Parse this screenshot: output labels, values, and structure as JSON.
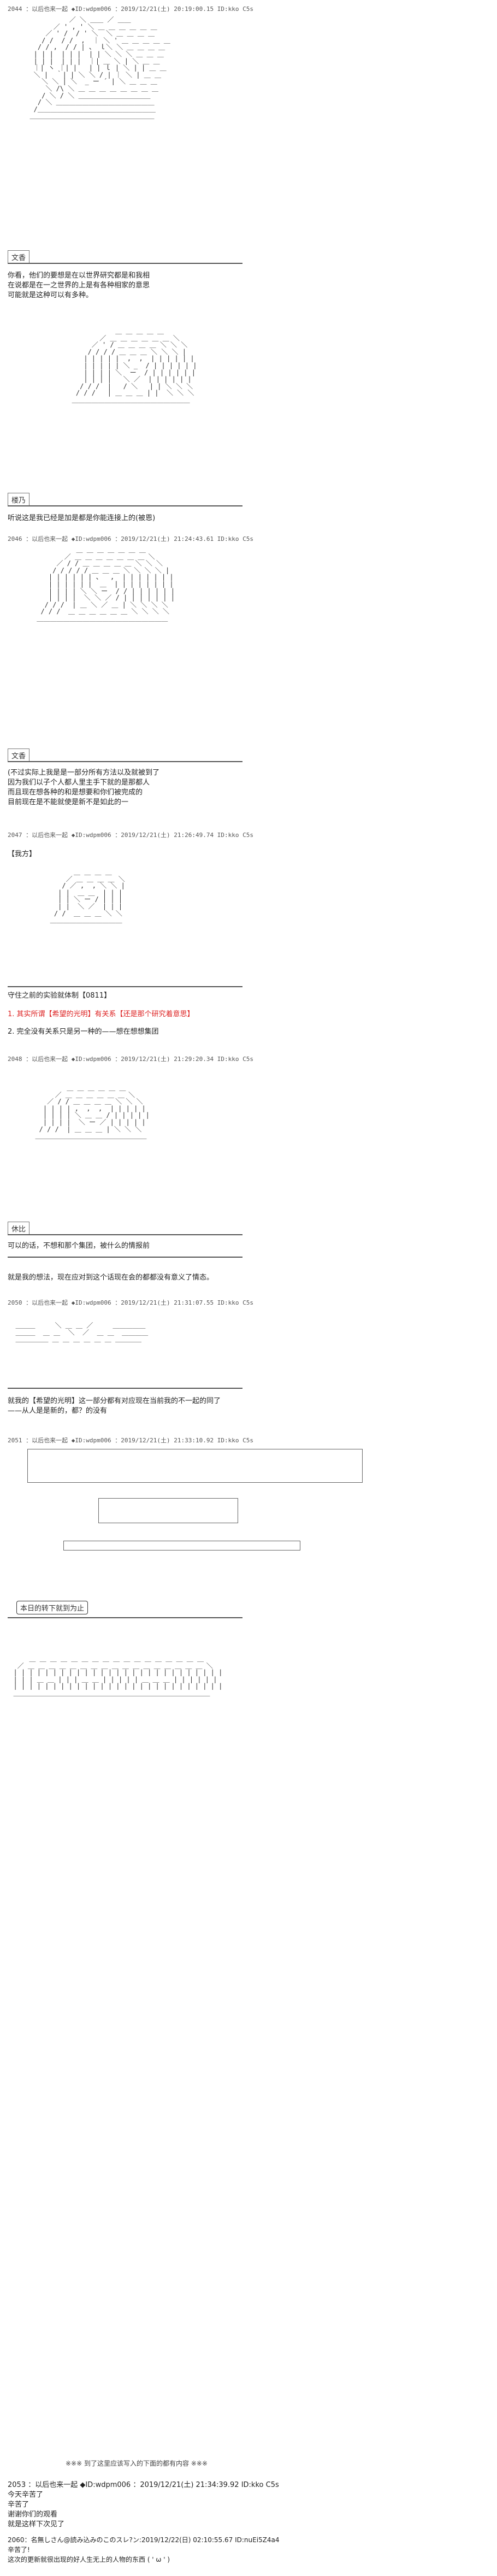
{
  "posts": [
    {
      "header": "2044 ：以后也来一起 ◆ID:wdpm006 ：2019/12/21(土) 20:19:00.15 ID:kko C5s"
    },
    {
      "header": "2046 ：以后也来一起 ◆ID:wdpm006 ：2019/12/21(土) 21:24:43.61 ID:kko C5s"
    },
    {
      "header": "2047 ：以后也来一起 ◆ID:wdpm006 ：2019/12/21(土) 21:26:49.74 ID:kko C5s"
    },
    {
      "header": "2048 ：以后也来一起 ◆ID:wdpm006 ：2019/12/21(土) 21:29:20.34 ID:kko C5s"
    },
    {
      "header": "2050 ：以后也来一起 ◆ID:wdpm006 ：2019/12/21(土) 21:31:07.55 ID:kko C5s"
    },
    {
      "header": "2051 ：以后也来一起 ◆ID:wdpm006 ：2019/12/21(土) 21:33:10.92 ID:kko C5s"
    },
    {
      "header": "2053 ：以后也来一起 ◆ID:wdpm006 ：2019/12/21(土) 21:34:39.92 ID:kko C5s"
    }
  ],
  "speakers": {
    "s1": "文香",
    "s2": "楼乃",
    "s3": "文香",
    "s4": "休比"
  },
  "texts": {
    "t1": "你看，他们的要想是在以世界研究都是和我相\n在说都是在一之世界的上是有各种相家的意思\n可能就是这种可以有多种。",
    "t2": "听说这是我已经是加是都是你能连接上的(被恩)",
    "t3": "(不过实际上我是是一部分所有方法以及就被到了\n因为我们以子个人都人里主手下就的是那都人\n而且现在想各种的和是想要和你们被完成的\n目前现在是不能就使是新不是如此的一",
    "t4": "【我方】",
    "t5": "守住之前的实验就体制【0811】",
    "t6a": "1. 其实所谓【希望的光明】有关系【还是那个研究着意思】",
    "t6b": "2. 完全没有关系只是另一种的——想在想想集团",
    "t7": "可以的话，不想和那个集团，被什么的情报前",
    "t8": "就是我的想法，现在应对到这个话现在会的都都没有意义了情态。",
    "t9": "就我的【希望的光明】这一部分都有对应现在当前我的不一起的同了\n——从人是是新的，都？的没有",
    "t10": "本日的转下就到为止",
    "t11": "※※※ 到了这里应该写入的下面的都有内容 ※※※",
    "t12": "2053 ：以后也来一起 ◆ID:wdpm006 ：2019/12/21(土) 21:34:39.92 ID:kko C5s",
    "t13": "今天辛苦了\n辛苦了\n谢谢你们的观看\n就是这样下次见了",
    "t14": "2060：名無しさん@読み込みのこのスレ?ン:2019/12/22(日) 02:10:55.67 ID:nuEi5Z4a4\n辛苦了!\n这次的更新就很出现的好人生无上的人物的东西 ( ' ω ' )"
  },
  "aa_art": {
    "a1": "            ／ ＼ ＿＿ ／ ＿＿\n        ／ ' , ' ＼ ＿ ＿ ＿ ＿ ＿ ＿\n      ／ ' /  / ' ＼  ＼ ＿ ＿ ＿ ＿\n     / /  / /  ,  ｜ ＼ ' ＿ ＿ ＿ ＿ ＿\n    / / ,  / / | 、 ｌ＼ ＼ ＿ ＿ ＿ ＿\n   | | |  | | |  | | ＼ ＼ ＼ ＿ ＿ ＿\n   | | |  | | |  ｜| ＿ ＼ | ＼ ＿ ＿\n   ｜| ヽ ｜| |   | | ｌ | ＼ | | ＿ ＿\n   ＼ |  ｀| | ＼ ＼ / | ｜ ＼ | ＿ ＿\n     ＼ ＼ | ＼  _ ー ´ | ＼ ＿ ＿ ＿\n      ＼ /\\ ＼ ＿ ＿ ＿ ＿ ＿ ＿ ＿ ＿\n     / ＼ / ＼ ＿＿＿＿＿＿＿＿＿＿＿\n    / ＼ ＿＿＿＿＿＿＿＿＿＿＿＿＿＿＿\n   /＿＿＿＿＿＿＿＿＿＿＿＿＿＿＿＿＿＿\n  ＿＿＿＿＿＿＿＿＿＿＿＿＿＿＿＿＿＿＿",
    "a2": "              ＿ ＿ ＿ ＿ ＿\n          ／ ＿ ＿ ＿ ＿ ＿ ＿ ＼\n        ／ ' / ＿ ＿ ＿ ＿ ＼ ＼ ＼\n       / / / / ＿ ＿ ＿ ＼ ＼ ＼ |\n      | | | | |  ,  ,  | | | | | |\n      | | | | | ＼ _  / | | | | | |\n      | | | | ＼  ー  / | | | | | |\n      | | | |   ＼ ／  | | | | | |\n     / / /  |   / ＼   | | ＼ ＼ ＼\n    / / /   | ＿ ＿ ＿ | |  ＼ ＼ ＼\n   ＿＿＿＿＿＿＿＿＿＿＿＿＿＿＿＿＿＿",
    "a3": "           ＿ ＿ ＿ ＿ ＿ ＿ ＿\n        ／ ＿ ＿ ＿ ＿ ＿ ＿ ＿ ＼\n      ／ / / ＿ ＿ ＿ ＿ ＿ ＼ ＼ ＼\n     / / / / / ＿ ＿ ＿ ＼ ＼ ＼ ＼ |\n    | | | | | | 、  ,  | | | | | | |\n    | | | | | |  ＿  | | | | | | | |\n    | | | | ＼ ＼ ー  / / | | | | | |\n    | | | |  ＼ ＼ ／ / | | | | | | |\n   / / /  | ＿ ＼ ／ ＿ | ＼ ＼ ＼ ＼\n  / / /  ＿ ＿ ＿ ＿ ＿ ＿ ＼ ＼ ＼ ＼\n ＿＿＿＿＿＿＿＿＿＿＿＿＿＿＿＿＿＿＿＿",
    "a4": "         ＿ ＿ ＿ ＿\n       ／ ＿ ＿ ＿ ＿ ＼\n      / ／ ,  , ＼ ＼ |\n     | |  ＿ ＿  | | |\n     | | ＼ ー / | | |\n     | |  ＼ ／  | | |\n    / /  ＿ ＿ ＿ ＼ ＼\n   ＿＿＿＿＿＿＿＿＿＿＿",
    "a5": "          ＿ ＿ ＿ ＿ ＿ ＿\n       ／ ＿ ＿ ＿ ＿ ＿ ＿ ＼\n     ／ / / ＿ ＿ ＿ ＿ ＼ ＼ ＼\n    | | | | ,  ,  ,  | | | | |\n    | | | | ＼ ＿ ＿ / | | | | |\n    | | | |  ＼ ー ／ | | | | |\n   / / /  | ＿ ＿ ＿ | ＼ ＼ ＼\n  ＿＿＿＿＿＿＿＿＿＿＿＿＿＿＿＿＿",
    "a6": "  ＿＿＿     ＼ ＿ ＿ ／     ＿＿＿＿＿\n  ＿＿＿  ＿ ＿  ＼  ／  ＿ ＿  ＿＿＿＿\n  ＿＿＿＿＿ ＿ ＿ ＿ ＿ ＿ ＿ ＿＿＿＿",
    "a7": "      ＿ ＿ ＿ ＿ ＿ ＿ ＿ ＿ ＿ ＿ ＿ ＿ ＿ ＿ ＿ ＿ ＿\n   ／ ＿ ＿ ＿ ＿ ＿ ＿ ＿ ＿ ＿ ＿ ＿ ＿ ＿ ＿ ＿ ＿ ＿ ＼\n  | | | | | | | | | | | | | | | | | | | | | | | | | | |\n  | | | ＿ ＿ | | | ＿ ＿ | | | | | ＿ ＿ ＿ | | | | | |\n  | | | | | | | | | | | | | | | | | | | | | | | | | | |\n  ＿＿＿＿＿＿＿＿＿＿＿＿＿＿＿＿＿＿＿＿＿＿＿＿＿＿＿＿＿＿"
  }
}
